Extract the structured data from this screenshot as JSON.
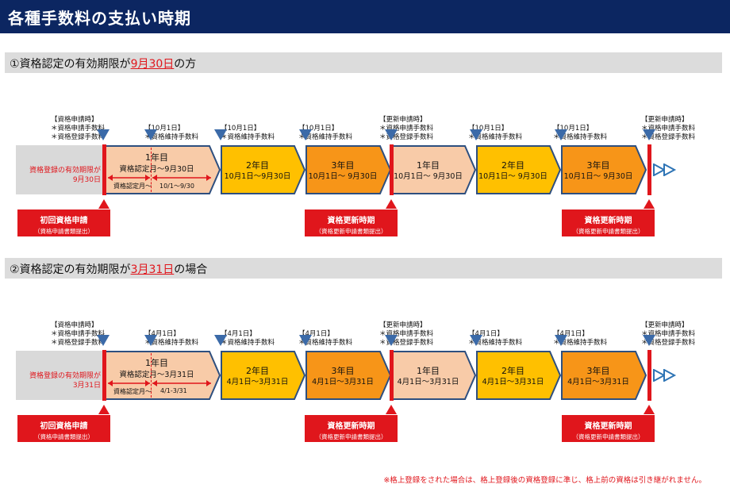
{
  "title": "各種手数料の支払い時期",
  "colors": {
    "header_bg": "#0c2661",
    "red": "#e0161c",
    "marker_blue": "#3b6aa8",
    "box_light": "#f8cba8",
    "box_gold": "#ffc000",
    "box_orange": "#f79518",
    "border": "#2e4f7f"
  },
  "sections": [
    {
      "heading_prefix": "①資格認定の有効期限が",
      "heading_highlight": "9月30日",
      "heading_suffix": "の方",
      "expiry_line1": "資格登録の有効期限が",
      "expiry_line2": "9月30日",
      "annotations": [
        {
          "lines": [
            "【資格申請時】",
            "＊資格申請手数料",
            "＊資格登録手数料"
          ]
        },
        {
          "lines": [
            "【10月1日】",
            "＊資格維持手数料"
          ]
        },
        {
          "lines": [
            "【10月1日】",
            "＊資格維持手数料"
          ]
        },
        {
          "lines": [
            "【10月1日】",
            "＊資格維持手数料"
          ]
        },
        {
          "lines": [
            "【更新申請時】",
            "＊資格申請手数料",
            "＊資格登録手数料"
          ]
        },
        {
          "lines": [
            "【10月1日】",
            "＊資格維持手数料"
          ]
        },
        {
          "lines": [
            "【10月1日】",
            "＊資格維持手数料"
          ]
        },
        {
          "lines": [
            "【更新申請時】",
            "＊資格申請手数料",
            "＊資格登録手数料"
          ]
        }
      ],
      "boxes": [
        {
          "label": "1年目",
          "period": "資格認定月～9月30日"
        },
        {
          "label": "2年目",
          "period": "10月1日～9月30日"
        },
        {
          "label": "3年目",
          "period": "10月1日～ 9月30日"
        },
        {
          "label": "1年目",
          "period": "10月1日～ 9月30日"
        },
        {
          "label": "2年目",
          "period": "10月1日～ 9月30日"
        },
        {
          "label": "3年目",
          "period": "10月1日～ 9月30日"
        }
      ],
      "split_left": "資格認定月～",
      "split_right": "10/1～9/30",
      "red_labels": [
        {
          "title": "初回資格申請",
          "sub": "（資格申請書類提出）"
        },
        {
          "title": "資格更新時期",
          "sub": "（資格更新申請書類提出）"
        },
        {
          "title": "資格更新時期",
          "sub": "（資格更新申請書類提出）"
        }
      ]
    },
    {
      "heading_prefix": "②資格認定の有効期限が",
      "heading_highlight": "3月31日",
      "heading_suffix": "の場合",
      "expiry_line1": "資格登録の有効期限が",
      "expiry_line2": "3月31日",
      "annotations": [
        {
          "lines": [
            "【資格申請時】",
            "＊資格申請手数料",
            "＊資格登録手数料"
          ]
        },
        {
          "lines": [
            "【4月1日】",
            "＊資格維持手数料"
          ]
        },
        {
          "lines": [
            "【4月1日】",
            "＊資格維持手数料"
          ]
        },
        {
          "lines": [
            "【4月1日】",
            "＊資格維持手数料"
          ]
        },
        {
          "lines": [
            "【更新申請時】",
            "＊資格申請手数料",
            "＊資格登録手数料"
          ]
        },
        {
          "lines": [
            "【4月1日】",
            "＊資格維持手数料"
          ]
        },
        {
          "lines": [
            "【4月1日】",
            "＊資格維持手数料"
          ]
        },
        {
          "lines": [
            "【更新申請時】",
            "＊資格申請手数料",
            "＊資格登録手数料"
          ]
        }
      ],
      "boxes": [
        {
          "label": "1年目",
          "period": "資格認定月～3月31日"
        },
        {
          "label": "2年目",
          "period": "4月1日～3月31日"
        },
        {
          "label": "3年目",
          "period": "4月1日～3月31日"
        },
        {
          "label": "1年目",
          "period": "4月1日～3月31日"
        },
        {
          "label": "2年目",
          "period": "4月1日～3月31日"
        },
        {
          "label": "3年目",
          "period": "4月1日～3月31日"
        }
      ],
      "split_left": "資格認定月～",
      "split_right": "4/1-3/31",
      "red_labels": [
        {
          "title": "初回資格申請",
          "sub": "（資格申請書類提出）"
        },
        {
          "title": "資格更新時期",
          "sub": "（資格更新申請書類提出）"
        },
        {
          "title": "資格更新時期",
          "sub": "（資格更新申請書類提出）"
        }
      ]
    }
  ],
  "footnote": "※格上登録をされた場合は、格上登録後の資格登録に準じ、格上前の資格は引き継がれません。"
}
